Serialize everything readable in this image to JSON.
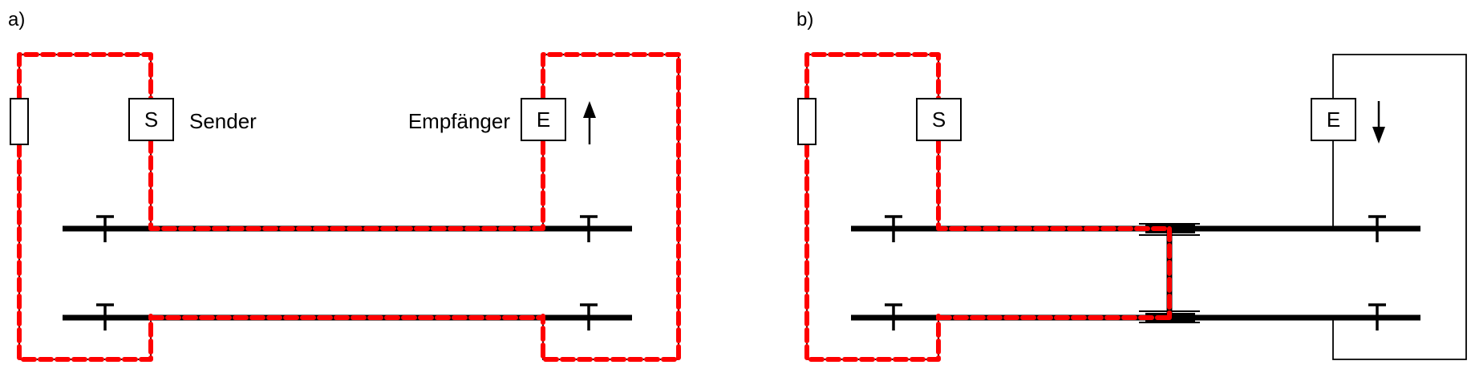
{
  "panels": [
    {
      "label": "a)",
      "sender_letter": "S",
      "sender_caption": "Sender",
      "receiver_letter": "E",
      "receiver_caption": "Empfänger",
      "current_direction": "up",
      "has_track_bridge": false
    },
    {
      "label": "b)",
      "sender_letter": "S",
      "receiver_letter": "E",
      "current_direction": "down",
      "has_track_bridge": true
    }
  ],
  "colors": {
    "wire": "#000000",
    "rail": "#000000",
    "current_path": "#ff0000"
  }
}
